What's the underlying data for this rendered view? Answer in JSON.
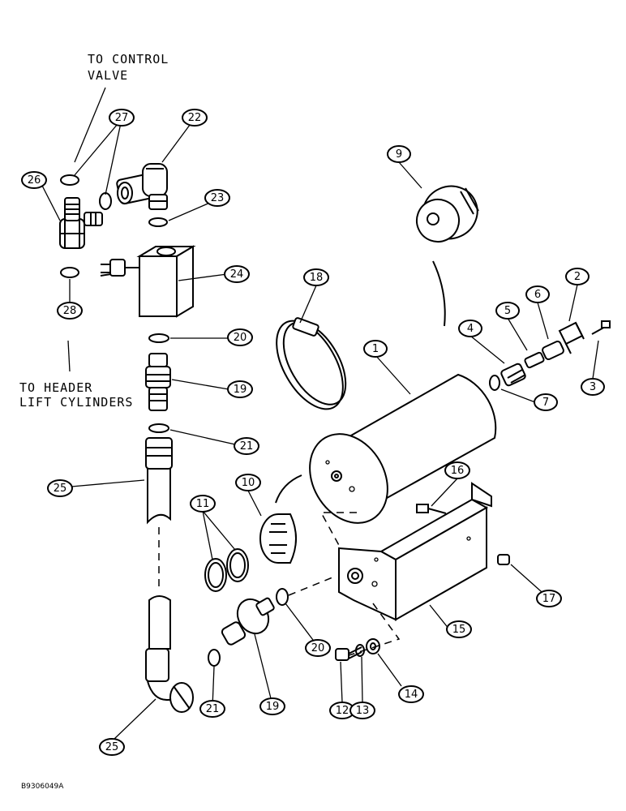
{
  "labels": {
    "to_control_valve_1": "TO CONTROL",
    "to_control_valve_2": "VALVE",
    "to_header_1": "TO HEADER",
    "to_header_2": "LIFT CYLINDERS",
    "reference_code": "B9306049A"
  },
  "callouts": [
    "1",
    "2",
    "3",
    "4",
    "5",
    "6",
    "7",
    "9",
    "10",
    "11",
    "12",
    "13",
    "14",
    "15",
    "16",
    "17",
    "18",
    "19",
    "19",
    "20",
    "20",
    "21",
    "21",
    "22",
    "23",
    "24",
    "25",
    "25",
    "26",
    "27",
    "28"
  ]
}
